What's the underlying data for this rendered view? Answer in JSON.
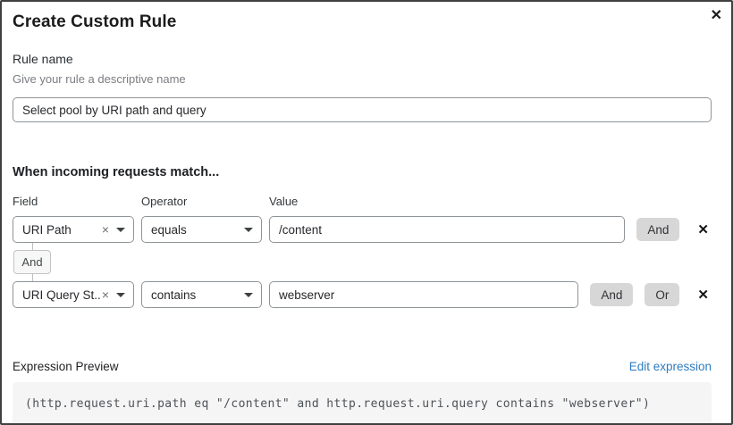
{
  "dialog": {
    "title": "Create Custom Rule"
  },
  "icons": {
    "close_glyph": "✕",
    "clear_glyph": "×",
    "remove_glyph": "✕"
  },
  "rule_name": {
    "label": "Rule name",
    "hint": "Give your rule a descriptive name",
    "value": "Select pool by URI path and query"
  },
  "matcher": {
    "heading": "When incoming requests match...",
    "columns": {
      "field": "Field",
      "operator": "Operator",
      "value": "Value"
    },
    "connector_label": "And",
    "rows": [
      {
        "field_selected": "URI Path",
        "operator_selected": "equals",
        "value": "/content",
        "and_button": "And"
      },
      {
        "field_selected": "URI Query St...",
        "operator_selected": "contains",
        "value": "webserver",
        "and_button": "And",
        "or_button": "Or"
      }
    ]
  },
  "expression": {
    "label": "Expression Preview",
    "edit_link": "Edit expression",
    "code": "(http.request.uri.path eq \"/content\" and http.request.uri.query contains \"webserver\")"
  },
  "colors": {
    "accent_link": "#2e7cbf",
    "button_bg": "#d7d7d7",
    "code_bg": "#f5f5f6",
    "border": "#8f9499",
    "dialog_border": "#404040"
  }
}
